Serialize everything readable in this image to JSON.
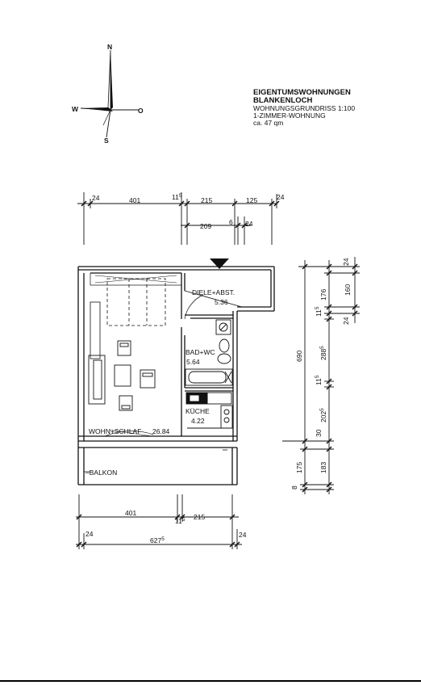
{
  "compass": {
    "n": "N",
    "s": "S",
    "w": "W",
    "o": "O"
  },
  "title": {
    "line1": "EIGENTUMSWOHNUNGEN",
    "line2": "BLANKENLOCH",
    "line3": "WOHNUNGSGRUNDRISS 1:100",
    "line4": "1-ZIMMER-WOHNUNG",
    "line5": "ca. 47 qm"
  },
  "rooms": {
    "diele_label": "DIELE+ABST.",
    "diele_area": "5.36",
    "bad_label": "BAD+WC",
    "bad_area": "5.64",
    "kueche_label": "KÜCHE",
    "kueche_area": "4.22",
    "wohn_label": "WOHN+SCHLAF",
    "wohn_area": "26.84",
    "balkon_label": "BALKON"
  },
  "dims": {
    "top_24a": "24",
    "top_401": "401",
    "top_115": "11",
    "top_115_sup": "5",
    "top_215": "215",
    "top_125": "125",
    "top_24b": "24",
    "top2_209": "209",
    "top2_6": "6",
    "top2_24": "24",
    "bot_401": "401",
    "bot_115": "11",
    "bot_115_sup": "5",
    "bot_215": "215",
    "bot2_24a": "24",
    "bot2_6275": "627",
    "bot2_6275_sup": "5",
    "bot2_24b": "24",
    "r_24a": "24",
    "r_176": "176",
    "r_115": "11",
    "r_115_sup": "5",
    "r_160": "160",
    "r_24b": "24",
    "r_690": "690",
    "r_2885": "288",
    "r_2885_sup": "5",
    "r_115b": "11",
    "r_115b_sup": "5",
    "r_2025": "202",
    "r_2025_sup": "5",
    "r_30": "30",
    "r_175": "175",
    "r_183": "183",
    "r_8": "8"
  }
}
